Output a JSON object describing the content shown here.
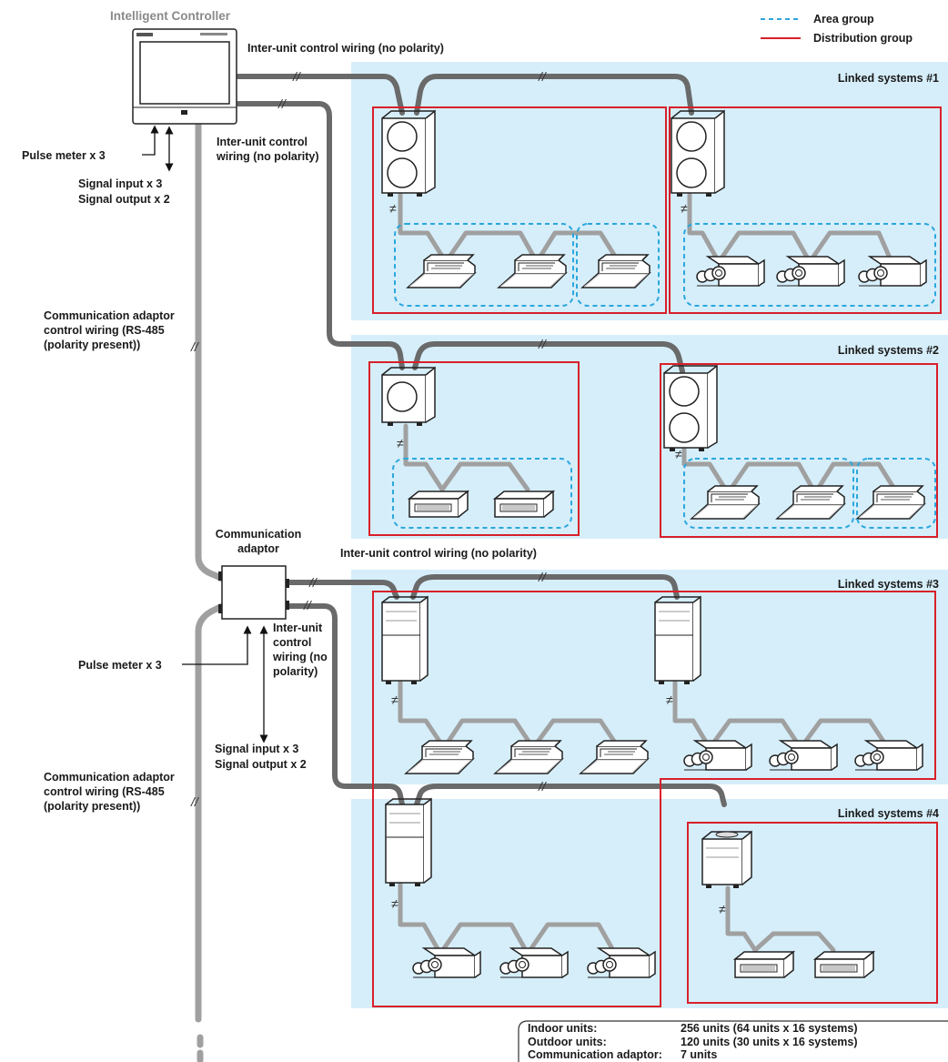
{
  "title": "Intelligent Controller",
  "legend": {
    "area_group": "Area group",
    "distribution_group": "Distribution group",
    "area_color": "#2aa7dd",
    "distribution_color": "#d8202a"
  },
  "labels": {
    "inter_unit_top": "Inter-unit control wiring (no polarity)",
    "inter_unit_ctrl_1": "Inter-unit control",
    "inter_unit_ctrl_2": "wiring (no polarity)",
    "pulse_meter_1": "Pulse meter x 3",
    "signal_input_1": "Signal input x 3",
    "signal_output_1": "Signal output x 2",
    "comm_wiring_a": [
      "Communication adaptor",
      "control wiring (RS-485",
      "(polarity present))"
    ],
    "comm_wiring_b": [
      "Communication adaptor",
      "control wiring (RS-485",
      "(polarity present))"
    ],
    "comm_adaptor": [
      "Communication",
      "adaptor"
    ],
    "inter_unit_mid": "Inter-unit control wiring (no polarity)",
    "inter_unit_adaptor": [
      "Inter-unit",
      "control",
      "wiring (no",
      "polarity)"
    ],
    "pulse_meter_2": "Pulse meter x 3",
    "signal_input_2": "Signal input x 3",
    "signal_output_2": "Signal output x 2"
  },
  "systems": [
    {
      "name": "Linked systems #1"
    },
    {
      "name": "Linked systems #2"
    },
    {
      "name": "Linked systems #3"
    },
    {
      "name": "Linked systems #4"
    }
  ],
  "summary": [
    {
      "key": "Indoor units:",
      "value": "256 units (64 units x 16 systems)"
    },
    {
      "key": "Outdoor units:",
      "value": "120 units (30 units x 16 systems)"
    },
    {
      "key": "Communication adaptor:",
      "value": "7 units"
    }
  ],
  "colors": {
    "panel": "#d6eefa",
    "wire_dark": "#6a6a6a",
    "wire_light": "#a0a0a0"
  }
}
